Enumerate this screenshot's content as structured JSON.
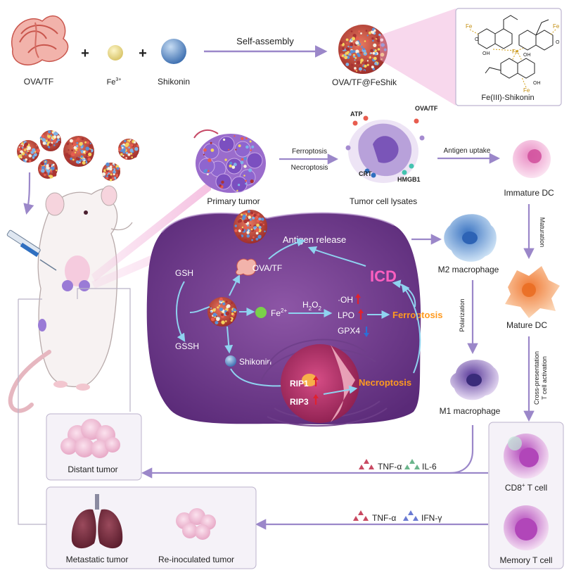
{
  "assembly": {
    "ova_tf": "OVA/TF",
    "fe3": "Fe",
    "fe3_sup": "3+",
    "shikonin": "Shikonin",
    "plus": "+",
    "self_assembly": "Self-assembly",
    "nanoparticle": "OVA/TF@FeShik",
    "complex_label": "Fe(III)-Shikonin",
    "complex_fe": "Fe",
    "complex_o": "O",
    "complex_oh": "OH"
  },
  "tumor": {
    "primary": "Primary tumor",
    "ferroptosis": "Ferroptosis",
    "necroptosis": "Necroptosis",
    "lysates": "Tumor cell lysates",
    "atp": "ATP",
    "ova_tf": "OVA/TF",
    "crt": "CRT",
    "hmgb1": "HMGB1",
    "antigen_uptake": "Antigen uptake"
  },
  "dc": {
    "immature": "Immature DC",
    "maturation": "Maturation",
    "mature": "Mature DC",
    "cross_presentation": "Cross-presentation",
    "t_cell_activation": "T cell activation"
  },
  "macrophage": {
    "m2": "M2 macrophage",
    "polarization": "Polarization",
    "m1": "M1 macrophage"
  },
  "cell": {
    "antigen_release": "Antigen release",
    "icd": "ICD",
    "gsh": "GSH",
    "gssh": "GSSH",
    "ova_tf": "OVA/TF",
    "fe2": "Fe",
    "fe2_sup": "2+",
    "h2o2": "H",
    "h2o2_sub1": "2",
    "h2o2_mid": "O",
    "h2o2_sub2": "2",
    "oh": "·OH",
    "lpo": "LPO",
    "gpx4": "GPX4",
    "ferroptosis": "Ferroptosis",
    "shikonin": "Shikonin",
    "rip1": "RIP1",
    "rip3": "RIP3",
    "necroptosis": "Necroptosis"
  },
  "tcell": {
    "cd8": "CD8",
    "cd8_sup": "+",
    "cd8_suffix": " T cell",
    "memory": "Memory T cell"
  },
  "outcomes": {
    "distant": "Distant tumor",
    "metastatic": "Metastatic tumor",
    "reinoculated": "Re-inoculated tumor"
  },
  "cytokines": {
    "tnf_a_1": "TNF-α",
    "il6": "IL-6",
    "tnf_a_2": "TNF-α",
    "ifn_g": "IFN-γ"
  },
  "colors": {
    "arrow": "#9b87c9",
    "cell_purple": "#8a4aa0",
    "icd_pink": "#ff5fc0",
    "death_orange": "#ff9a1f",
    "up_red": "#e0222f",
    "down_blue": "#2b6fd6"
  }
}
